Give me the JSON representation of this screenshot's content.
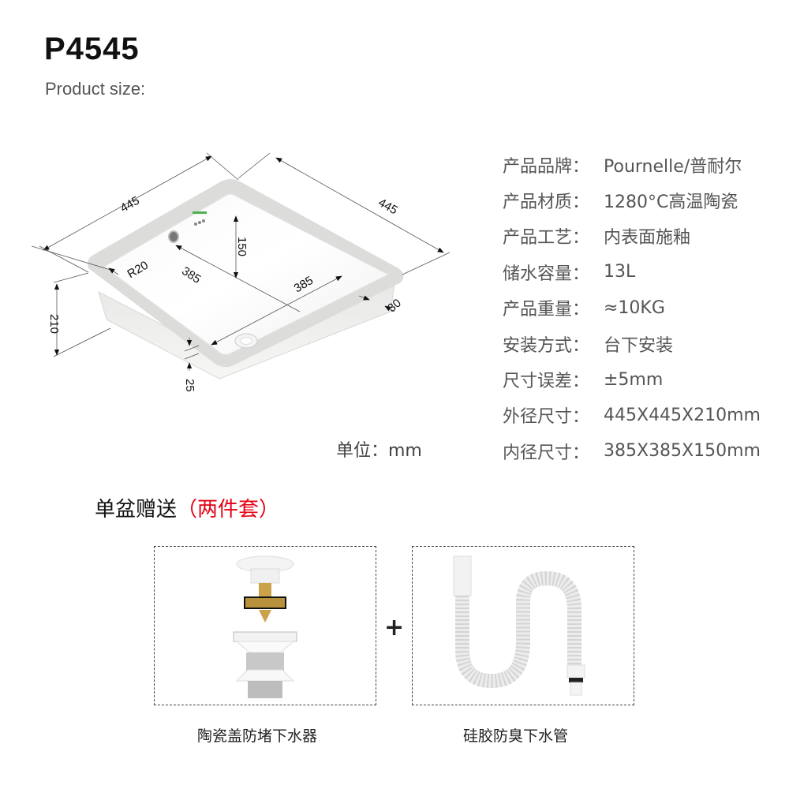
{
  "header": {
    "model": "P4545",
    "subtitle": "Product size:"
  },
  "diagram": {
    "dimensions": {
      "outer_length_left": "445",
      "outer_length_right": "445",
      "inner_length_left": "385",
      "inner_length_right": "385",
      "inner_depth": "150",
      "outer_height": "210",
      "rim_thickness": "25",
      "rim_width": "30",
      "corner_radius": "R20"
    },
    "unit_label": "单位：mm"
  },
  "specs": [
    {
      "label": "产品品牌：",
      "value": "Pournelle/普耐尔"
    },
    {
      "label": "产品材质：",
      "value": "1280°C高温陶瓷"
    },
    {
      "label": "产品工艺：",
      "value": "内表面施釉"
    },
    {
      "label": "储水容量：",
      "value": "13L"
    },
    {
      "label": "产品重量：",
      "value": "≈10KG"
    },
    {
      "label": "安装方式：",
      "value": "台下安装"
    },
    {
      "label": "尺寸误差：",
      "value": "±5mm"
    },
    {
      "label": "外径尺寸：",
      "value": "445X445X210mm"
    },
    {
      "label": "内径尺寸：",
      "value": "385X385X150mm"
    }
  ],
  "gifts": {
    "title": "单盆赠送",
    "title_highlight": "（两件套）",
    "highlight_color": "#e60012",
    "plus": "+",
    "items": [
      {
        "label": "陶瓷盖防堵下水器"
      },
      {
        "label": "硅胶防臭下水管"
      }
    ]
  }
}
